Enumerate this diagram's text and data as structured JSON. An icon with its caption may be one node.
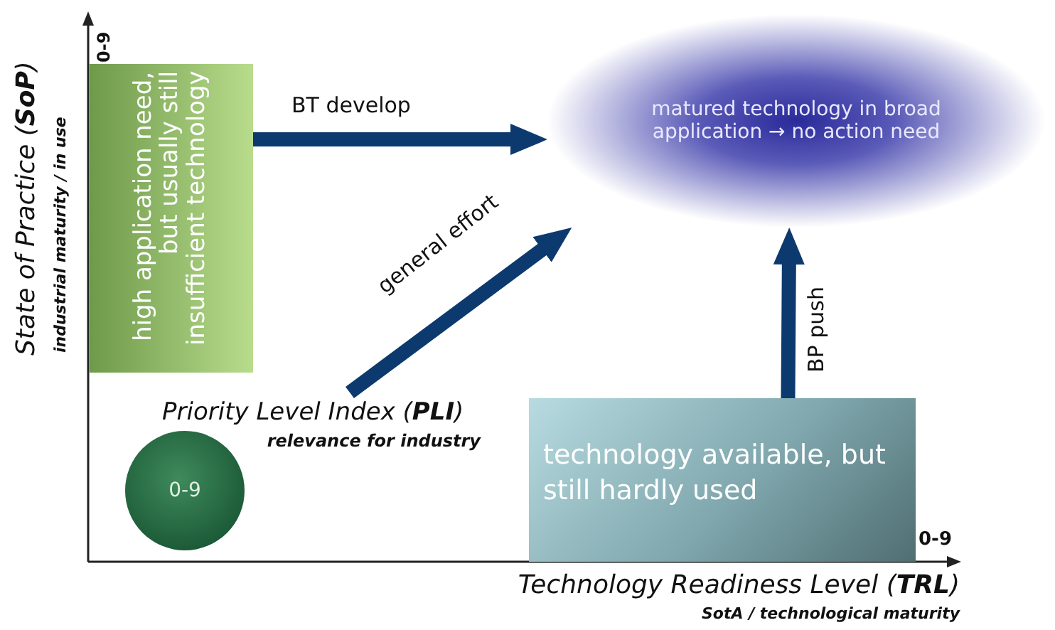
{
  "diagram": {
    "nodes": [
      {
        "text": [
          "high application need, but usually still insufficient technology"
        ]
      },
      {
        "text": [
          "matured technology in broad application → no action need"
        ]
      },
      {
        "text": [
          "0-9"
        ],
        "beside": [
          "Priority Level Index (**PLI**)",
          "relevance for industry"
        ]
      },
      {
        "text": [
          "technology available, but still hardly used"
        ]
      }
    ],
    "edges": [
      {
        "from": 0,
        "to": 1,
        "arrow": "to",
        "label": "BT develop"
      },
      {
        "from": 2,
        "to": 1,
        "arrow": "to",
        "label": "general effort"
      },
      {
        "from": 3,
        "to": 1,
        "arrow": "to",
        "label": "BP push"
      }
    ],
    "labels": [
      "State of Practice (**SoP**)",
      "industrial maturity / in use",
      "0-9",
      "0-9",
      "Technology Readiness Level (**TRL**)",
      "SotA / technological maturity"
    ]
  }
}
